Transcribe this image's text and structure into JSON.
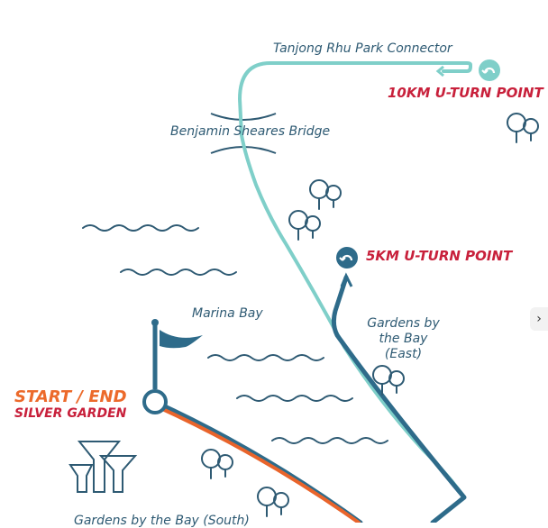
{
  "labels": {
    "tanjong_rhu": "Tanjong Rhu Park Connector",
    "uturn_10k": "10KM U-TURN POINT",
    "benjamin_sheares": "Benjamin Sheares Bridge",
    "uturn_5k": "5KM U-TURN POINT",
    "marina_bay": "Marina Bay",
    "gardens_east": "Gardens by the Bay (East)",
    "start_end": "START / END",
    "silver_garden": "SILVER GARDEN",
    "gardens_south": "Gardens by the Bay (South)"
  },
  "colors": {
    "route_10k": "#7fcfc9",
    "route_5k": "#2e6b8a",
    "route_start": "#e9642b",
    "label_text": "#2e5a73",
    "hot_red": "#c8203b",
    "hot_orange": "#ec6a2b",
    "tree": "#2e5a73",
    "water": "#2e5a73"
  },
  "icons": [
    "u-turn-icon",
    "flag-icon",
    "tree-icon",
    "water-wave-icon",
    "bridge-icon",
    "supertree-icon",
    "chevron-right-icon"
  ],
  "ui": {
    "side_toggle": "›"
  }
}
